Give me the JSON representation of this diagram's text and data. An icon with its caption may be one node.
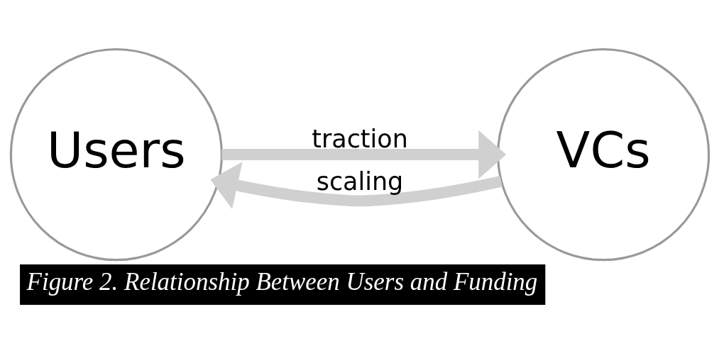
{
  "diagram": {
    "caption": "Figure 2. Relationship Between Users and Funding",
    "nodes": [
      {
        "text": [
          "Users"
        ]
      },
      {
        "text": [
          "VCs"
        ]
      }
    ],
    "edges": [
      {
        "from": 0,
        "to": 1,
        "arrow": "to",
        "label": "traction"
      },
      {
        "from": 1,
        "to": 0,
        "arrow": "to",
        "label": "scaling"
      }
    ]
  }
}
